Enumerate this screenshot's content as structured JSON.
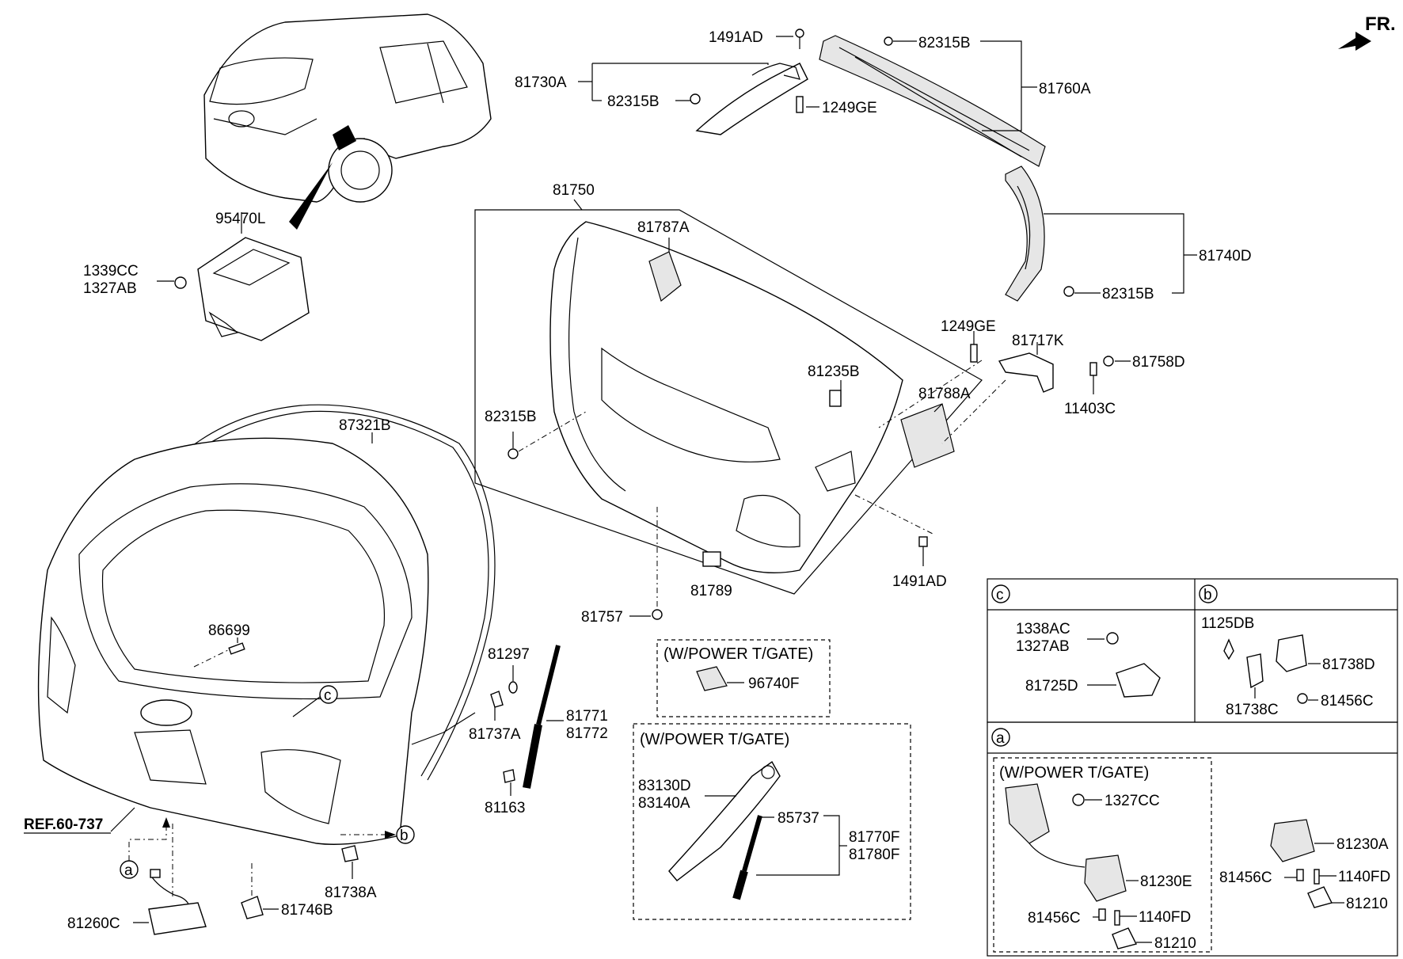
{
  "direction": {
    "text": "FR."
  },
  "callouts": {
    "p95470L": "95470L",
    "p1339CC": "1339CC",
    "p1327AB_top": "1327AB",
    "p1491AD_top": "1491AD",
    "p82315B_a": "82315B",
    "p81730A": "81730A",
    "p82315B_b": "82315B",
    "p1249GE_top": "1249GE",
    "p81760A": "81760A",
    "p81750": "81750",
    "p81787A": "81787A",
    "p81740D": "81740D",
    "p82315B_c": "82315B",
    "p1249GE_mid": "1249GE",
    "p81717K": "81717K",
    "p81758D": "81758D",
    "p81235B": "81235B",
    "p81788A": "81788A",
    "p11403C": "11403C",
    "p82315B_d": "82315B",
    "p87321B": "87321B",
    "p1491AD_bot": "1491AD",
    "p81789": "81789",
    "p81757": "81757",
    "p86699": "86699",
    "p81297": "81297",
    "p81771": "81771",
    "p81772": "81772",
    "p81737A": "81737A",
    "p81163": "81163",
    "p96740F": "96740F",
    "p83130D": "83130D",
    "p83140A": "83140A",
    "p85737": "85737",
    "p81770F": "81770F",
    "p81780F": "81780F",
    "ref": "REF.60-737",
    "p81738A": "81738A",
    "p81746B": "81746B",
    "p81260C": "81260C",
    "circle_a": "a",
    "circle_b": "b",
    "circle_c": "c"
  },
  "insets": {
    "power_gate_1": "(W/POWER T/GATE)",
    "power_gate_2": "(W/POWER T/GATE)",
    "power_gate_3": "(W/POWER T/GATE)",
    "panel_c": {
      "tag": "c",
      "p1338AC": "1338AC",
      "p1327AB": "1327AB",
      "p81725D": "81725D"
    },
    "panel_b": {
      "tag": "b",
      "p1125DB": "1125DB",
      "p81738D": "81738D",
      "p81738C": "81738C",
      "p81456C": "81456C"
    },
    "panel_a": {
      "tag": "a",
      "p1327CC": "1327CC",
      "p81230E": "81230E",
      "p81456C_1": "81456C",
      "p1140FD_1": "1140FD",
      "p81210_1": "81210",
      "p81230A": "81230A",
      "p81456C_2": "81456C",
      "p1140FD_2": "1140FD",
      "p81210_2": "81210"
    }
  }
}
